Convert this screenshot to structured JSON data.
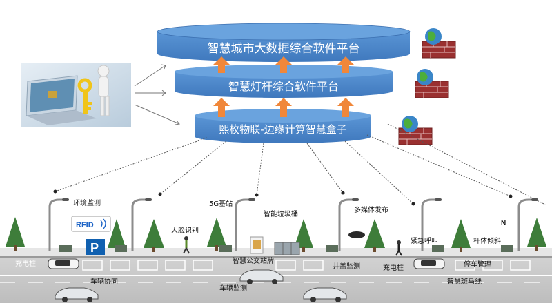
{
  "platforms": [
    {
      "label": "智慧城市大数据综合软件平台"
    },
    {
      "label": "智慧灯杆综合软件平台"
    },
    {
      "label": "熙枚物联-边缘计算智慧盒子"
    }
  ],
  "street": {
    "rfid_text": "RFID",
    "parking_symbol": "P",
    "compass_letter": "N",
    "labels": {
      "env": "环境监测",
      "fiveg": "5G基站",
      "trash": "智能垃圾桶",
      "media": "多媒体发布",
      "face": "人脸识别",
      "emergency": "紧急呼叫",
      "tilt": "杆体倾斜",
      "charge1": "充电桩",
      "charge2": "充电桩",
      "bus": "智慧公交站牌",
      "manhole": "井盖监测",
      "parking": "停车管理",
      "coop": "车辆协同",
      "vehicle": "车辆监测",
      "zebra": "智慧斑马线"
    }
  },
  "colors": {
    "cylinder": "#4a86c8",
    "cylinder_top": "#5b96d6",
    "arrow": "#f0873a",
    "road": "#c9c9c9",
    "parking_sign": "#1060b0"
  }
}
